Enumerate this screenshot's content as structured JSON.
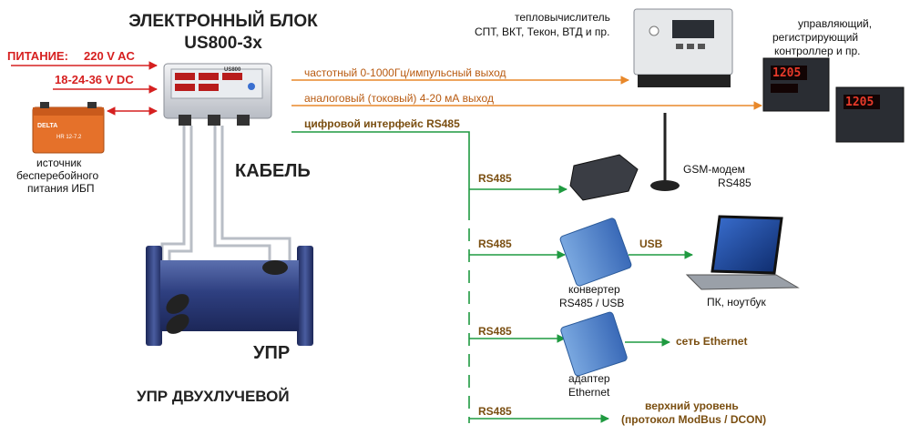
{
  "title_line1": "ЭЛЕКТРОННЫЙ БЛОК",
  "title_line2": "US800-3x",
  "power": {
    "label": "ПИТАНИЕ:",
    "ac": "220 V AC",
    "dc": "18-24-36 V DC"
  },
  "ups_label": [
    "источник",
    "бесперебойного",
    "питания ИБП"
  ],
  "battery_brand": "DELTA",
  "battery_model": "HR 12-7.2",
  "unit_brand": "US800",
  "cable_label": "КАБЕЛЬ",
  "meter_label": "УПР",
  "meter_type_label": "УПР ДВУХЛУЧЕВОЙ",
  "outputs": {
    "freq": "частотный 0-1000Гц/импульсный выход",
    "analog": "аналоговый (токовый) 4-20 мА выход",
    "digital": "цифровой интерфейс RS485"
  },
  "heat_calc_label": [
    "тепловычислитель",
    "СПТ, ВКТ, Текон, ВТД и пр."
  ],
  "controller_label": [
    "управляющий,",
    "регистрирующий",
    "контроллер и пр."
  ],
  "controller_display": "1205",
  "rs485": "RS485",
  "gsm_label": [
    "GSM-модем",
    "RS485"
  ],
  "usb_label": "USB",
  "converter_label": [
    "конвертер",
    "RS485 / USB"
  ],
  "pc_label": "ПК, ноутбук",
  "adapter_label": [
    "адаптер",
    "Ethernet"
  ],
  "ethernet_label": "сеть Ethernet",
  "upper_level_label": [
    "верхний уровень",
    "(протокол ModBus / DCON)"
  ],
  "colors": {
    "red": "#d62020",
    "orange": "#e8882a",
    "green": "#1f9a40",
    "pipe": "#3a4f8f"
  }
}
